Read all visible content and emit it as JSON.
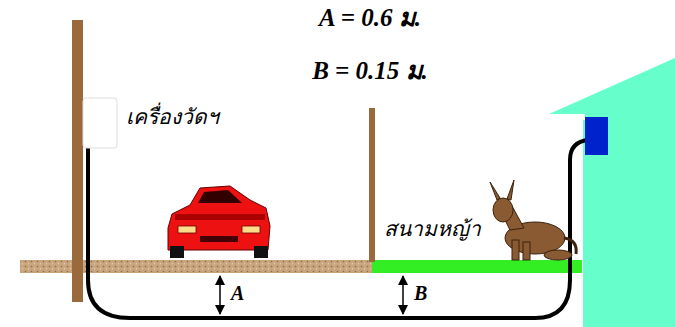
{
  "diagram": {
    "labels": [
      "A = 0.6 ม.",
      "B = 0.15 ม.",
      "เครื่องวัดฯ",
      "สนามหญ้า",
      "A",
      "B"
    ]
  }
}
